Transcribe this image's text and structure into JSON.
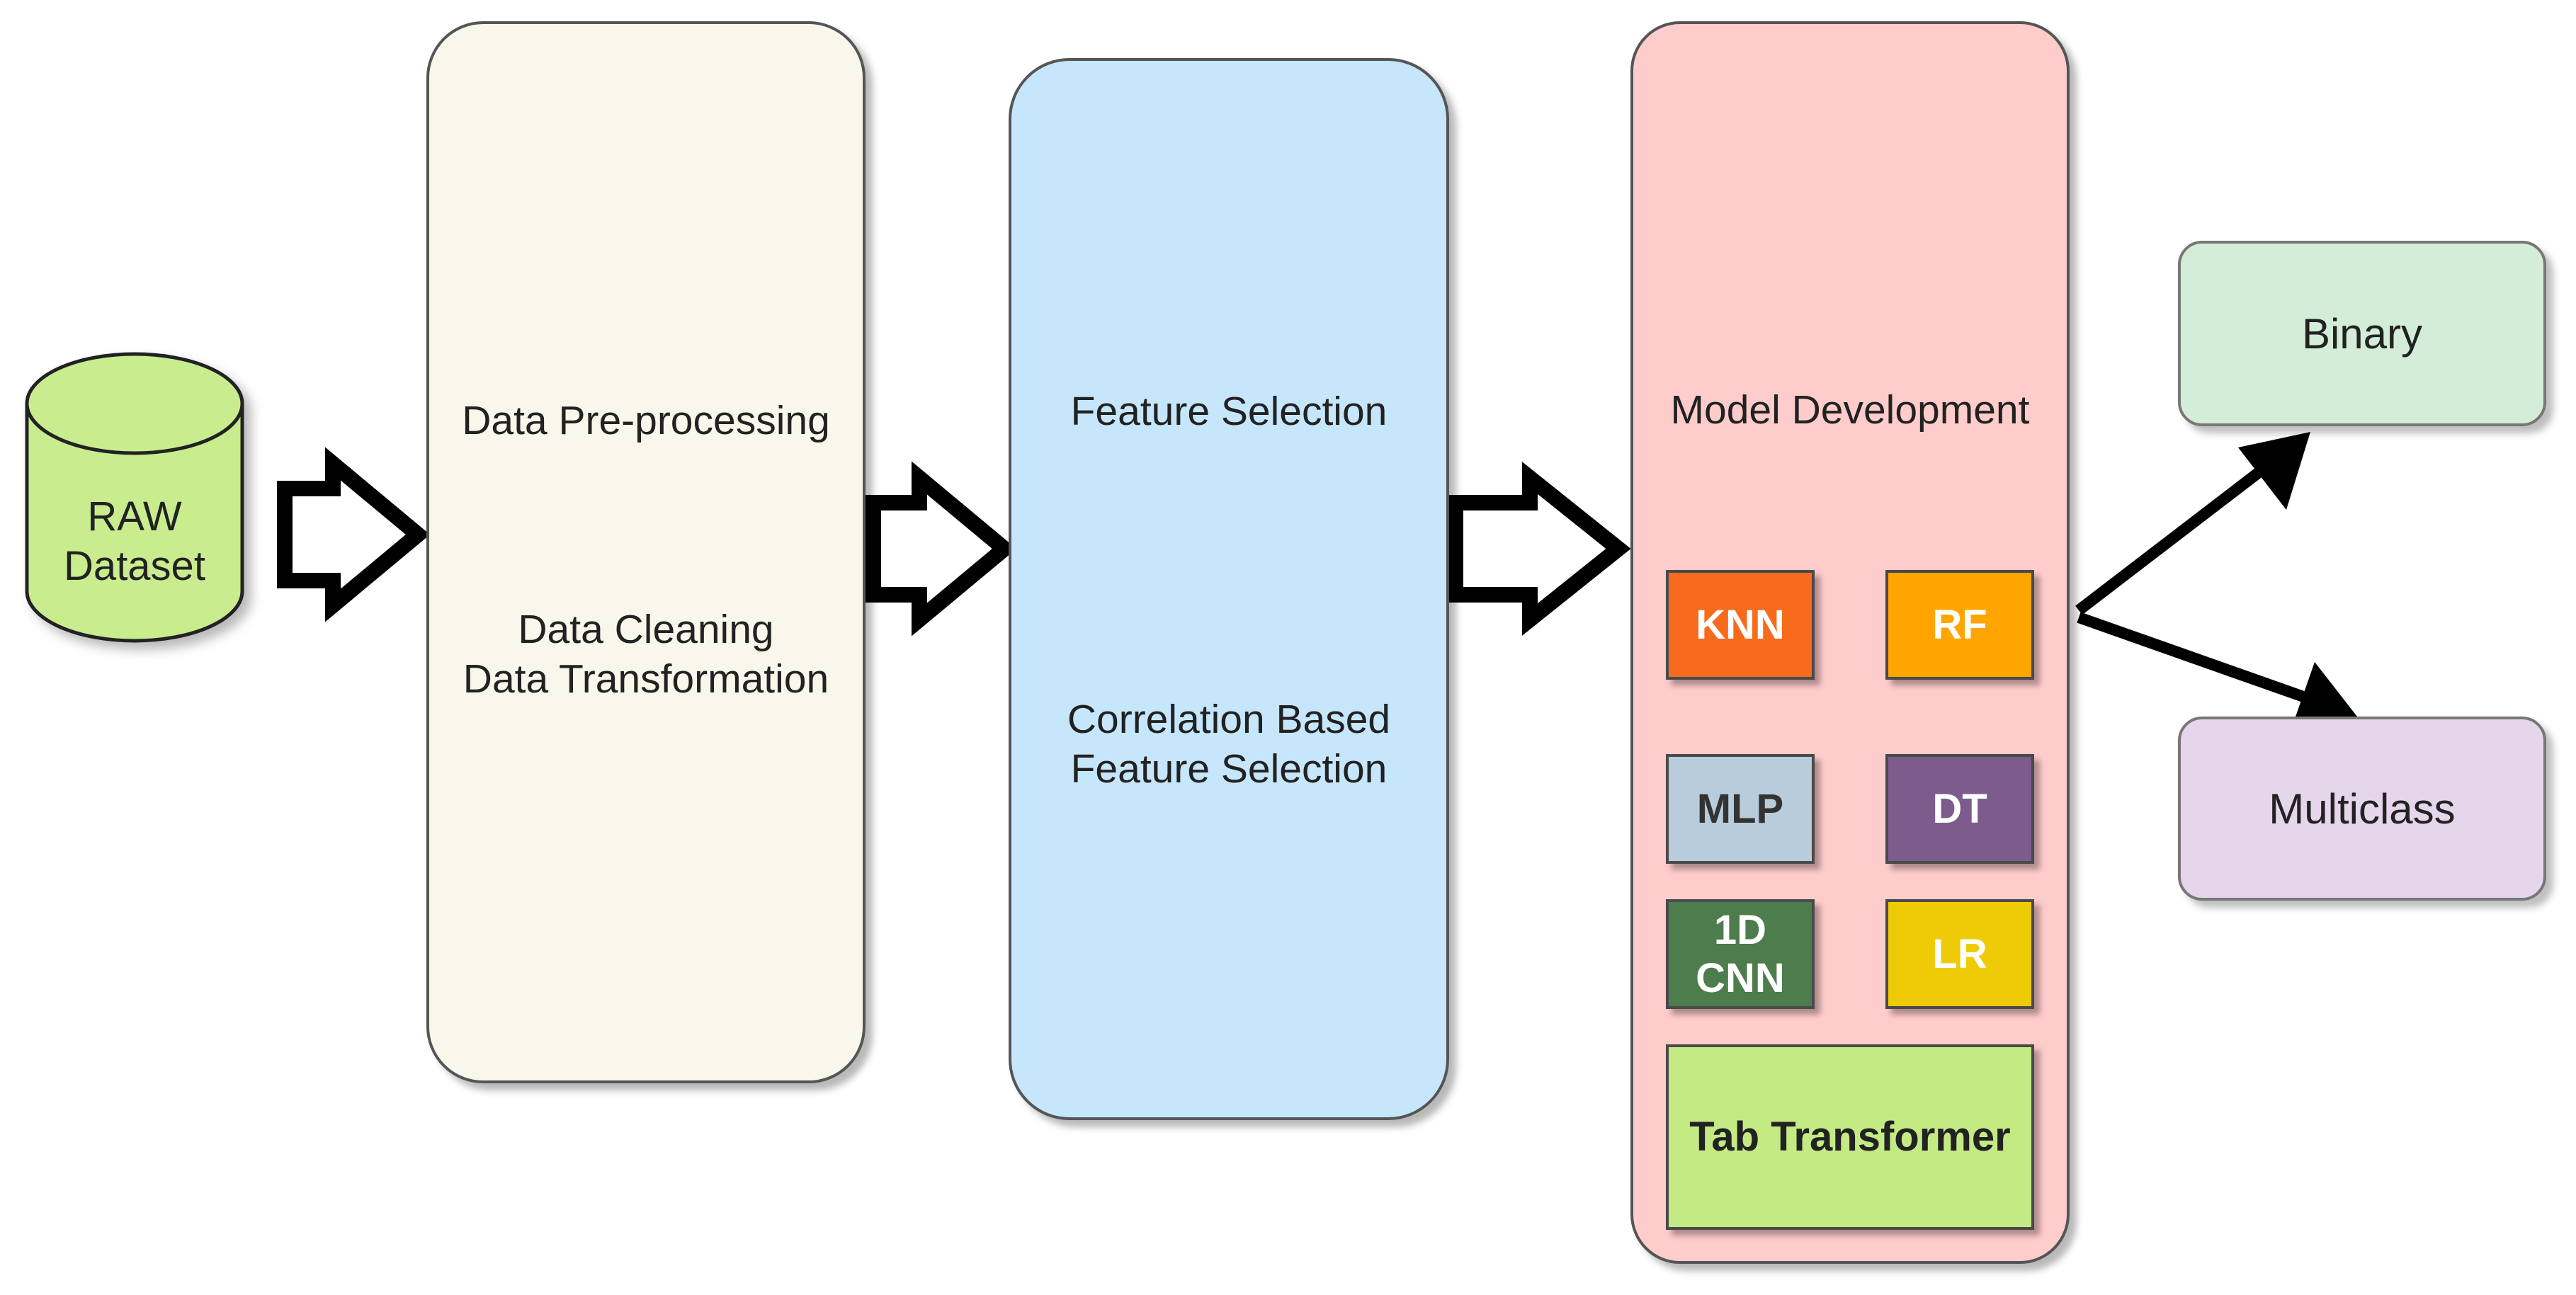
{
  "raw": {
    "label": "RAW\nDataset",
    "fill": "#c9ec8e"
  },
  "preprocessing": {
    "title": "Data Pre-processing",
    "steps": "Data Cleaning\nData Transformation",
    "fill": "#f9f7ec"
  },
  "feature_selection": {
    "title": "Feature Selection",
    "method": "Correlation Based\nFeature Selection",
    "fill": "#c6e6fc"
  },
  "model_development": {
    "title": "Model Development",
    "fill": "#ffcccc",
    "models": [
      {
        "label": "KNN",
        "fill": "#f86b1c",
        "text_color": "#ffffff"
      },
      {
        "label": "RF",
        "fill": "#ffa500",
        "text_color": "#ffffff"
      },
      {
        "label": "MLP",
        "fill": "#b8ccdc",
        "text_color": "#333333"
      },
      {
        "label": "DT",
        "fill": "#7c5c8c",
        "text_color": "#ffffff"
      },
      {
        "label": "1D\nCNN",
        "fill": "#4d7c4d",
        "text_color": "#ffffff"
      },
      {
        "label": "LR",
        "fill": "#eecb06",
        "text_color": "#ffffff"
      },
      {
        "label": "Tab Transformer",
        "fill": "#c4ea84",
        "text_color": "#222222"
      }
    ]
  },
  "outputs": [
    {
      "label": "Binary",
      "fill": "#d4edd9"
    },
    {
      "label": "Multiclass",
      "fill": "#e6d6ec"
    }
  ]
}
